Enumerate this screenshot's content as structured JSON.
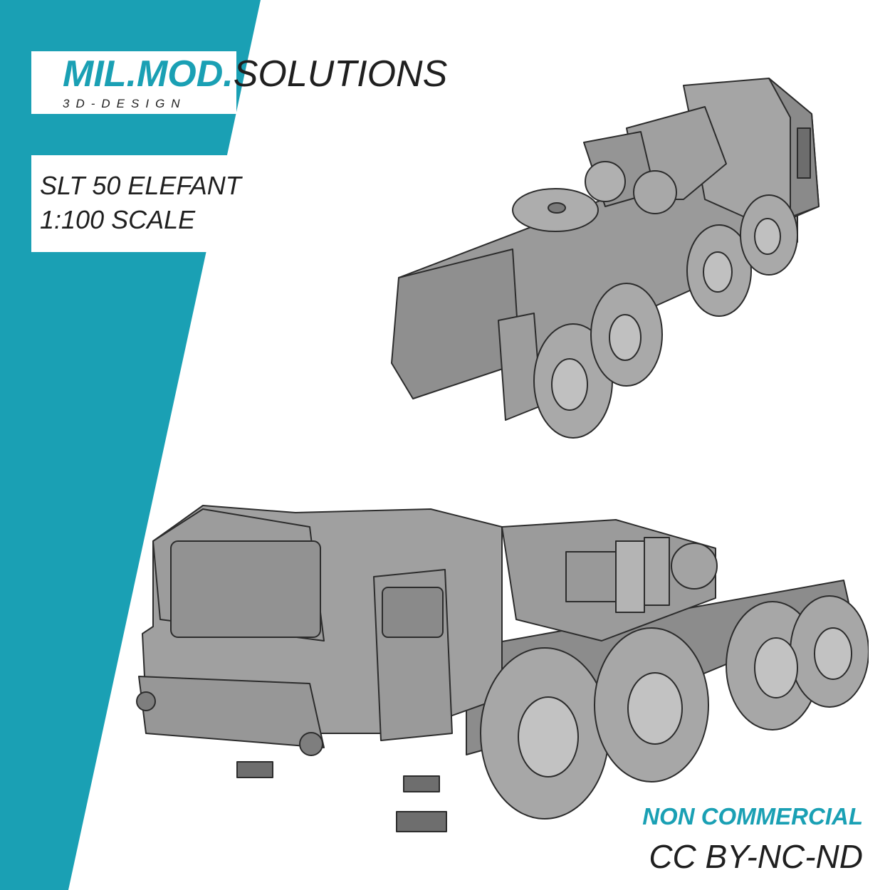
{
  "brand": {
    "name_accent": "MIL.MOD.",
    "name_rest": "SOLUTIONS",
    "tagline": "3D-DESIGN",
    "accent_color": "#1aa0b4"
  },
  "product": {
    "name": "SLT 50 ELEFANT",
    "scale": "1:100 SCALE"
  },
  "license": {
    "type": "NON COMMERCIAL",
    "code": "CC BY-NC-ND"
  }
}
